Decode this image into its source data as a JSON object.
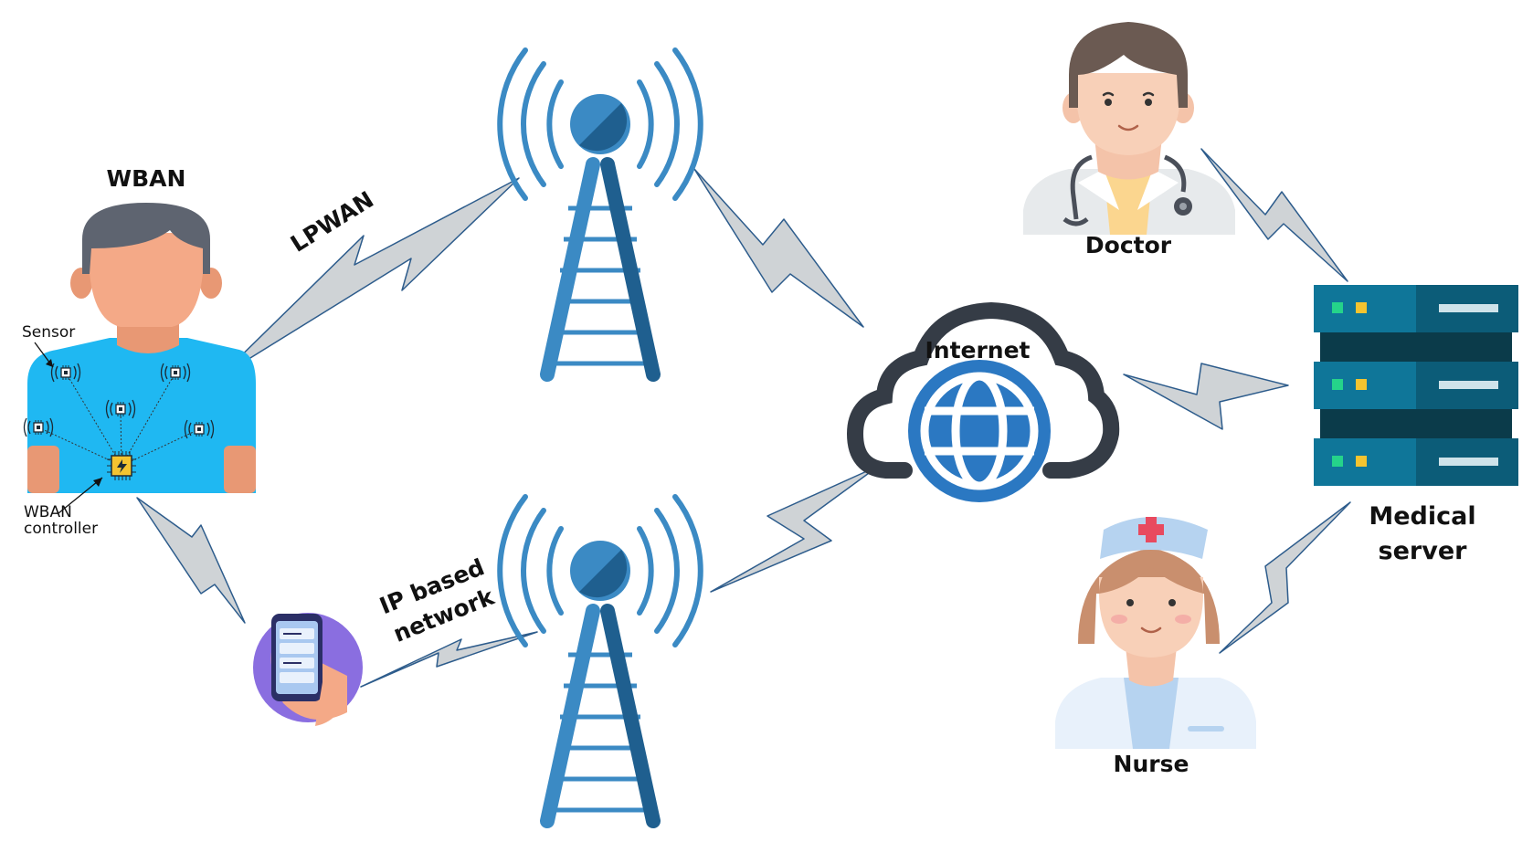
{
  "labels": {
    "wban": "WBAN",
    "sensor": "Sensor",
    "wban_controller_line1": "WBAN",
    "wban_controller_line2": "controller",
    "lpwan": "LPWAN",
    "ip_line1": "IP based",
    "ip_line2": "network",
    "internet": "Internet",
    "doctor": "Doctor",
    "nurse": "Nurse",
    "server_line1": "Medical",
    "server_line2": "server"
  },
  "colors": {
    "tower_blue": "#3b8ac4",
    "tower_dark": "#1f5f8f",
    "bolt_fill": "#cfd3d6",
    "bolt_stroke": "#2d5c8c",
    "shirt": "#1fb8f2",
    "skin": "#f4a987",
    "hair": "#5e6470",
    "cloud": "#353c46",
    "globe": "#2b78c2",
    "server": "#0f7699",
    "server_dark": "#0b3b4a",
    "phone_circle": "#8a6ee0"
  },
  "icons": [
    "person-icon",
    "sensor-icon",
    "controller-chip-icon",
    "cell-tower-icon",
    "cloud-icon",
    "globe-icon",
    "doctor-icon",
    "nurse-icon",
    "server-icon",
    "smartphone-icon",
    "lightning-link-icon"
  ]
}
